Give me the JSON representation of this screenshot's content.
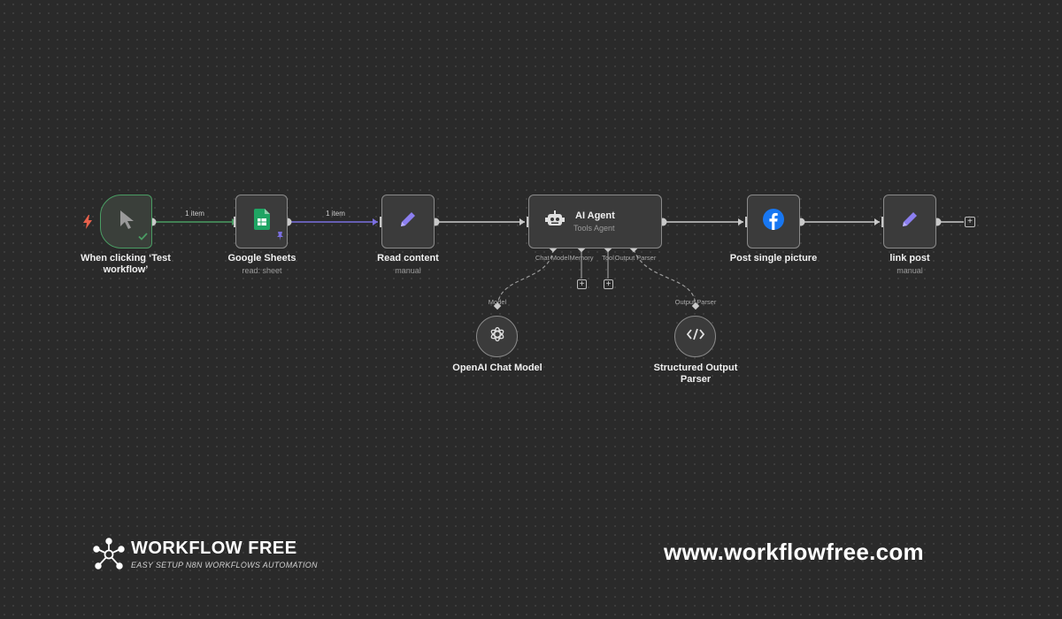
{
  "theme": {
    "canvas": "#2a2a2a",
    "node_fill": "#3b3b3b",
    "node_border": "#8a8a8a",
    "success": "#4a9c63",
    "accent": "#7b6fe0"
  },
  "nodes": {
    "trigger": {
      "title": "When clicking ‘Test workflow’",
      "icon": "cursor-icon",
      "status_icon": "check-icon",
      "badge_icon": "lightning-icon"
    },
    "google_sheets": {
      "title": "Google Sheets",
      "subtitle": "read: sheet",
      "icon": "google-sheets-icon",
      "pin_icon": "pin-icon"
    },
    "read_content": {
      "title": "Read content",
      "subtitle": "manual",
      "icon": "pencil-icon"
    },
    "ai_agent": {
      "title": "AI Agent",
      "subtitle": "Tools Agent",
      "icon": "robot-icon",
      "ports": [
        "Chat Model",
        "Memory",
        "Tool",
        "Output Parser"
      ]
    },
    "facebook": {
      "title": "Post single picture",
      "icon": "facebook-icon"
    },
    "link_post": {
      "title": "link post",
      "subtitle": "manual",
      "icon": "pencil-icon"
    },
    "openai": {
      "title": "OpenAI Chat Model",
      "port": "Model",
      "icon": "openai-icon"
    },
    "parser": {
      "title_line1": "Structured Output",
      "title_line2": "Parser",
      "port": "Output Parser",
      "icon": "code-icon"
    }
  },
  "edges": {
    "e1_label": "1 item",
    "e2_label": "1 item"
  },
  "footer": {
    "brand_name": "WORKFLOW FREE",
    "brand_tagline": "EASY SETUP N8N WORKFLOWS AUTOMATION",
    "website": "www.workflowfree.com"
  }
}
